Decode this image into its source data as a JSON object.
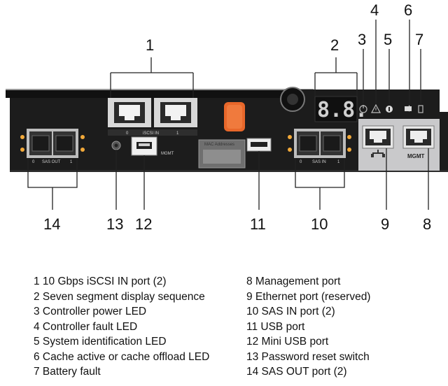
{
  "callouts": {
    "c1": "1",
    "c2": "2",
    "c3": "3",
    "c4": "4",
    "c5": "5",
    "c6": "6",
    "c7": "7",
    "c8": "8",
    "c9": "9",
    "c10": "10",
    "c11": "11",
    "c12": "12",
    "c13": "13",
    "c14": "14"
  },
  "panel_labels": {
    "iscsi_in": "iSCSI IN",
    "iscsi_port_0": "0",
    "iscsi_port_1": "1",
    "sas_out": "SAS OUT",
    "sas_out_0": "0",
    "sas_out_1": "1",
    "sas_in": "SAS IN",
    "sas_in_0": "0",
    "sas_in_1": "1",
    "mgmt_mini": "MGMT",
    "mgmt_port": "MGMT",
    "mac_addresses": "MAC Addresses",
    "seven_segment": "8.8."
  },
  "legend": {
    "left": [
      "1 10 Gbps iSCSI IN port (2)",
      "2 Seven segment display sequence",
      "3 Controller power LED",
      "4 Controller fault LED",
      "5 System identification LED",
      "6 Cache active or cache offload LED",
      "7 Battery fault"
    ],
    "right": [
      "8 Management port",
      "9 Ethernet port (reserved)",
      "10 SAS IN port (2)",
      "11 USB port",
      "12 Mini USB port",
      "13 Password reset switch",
      "14 SAS OUT port (2)"
    ]
  },
  "colors": {
    "panel": "#1c1c1c",
    "right_block": "#c9c9cb",
    "led_amber": "#f2a93a",
    "orange_latch": "#e8672a",
    "port_bezel": "#d8d8d8"
  }
}
